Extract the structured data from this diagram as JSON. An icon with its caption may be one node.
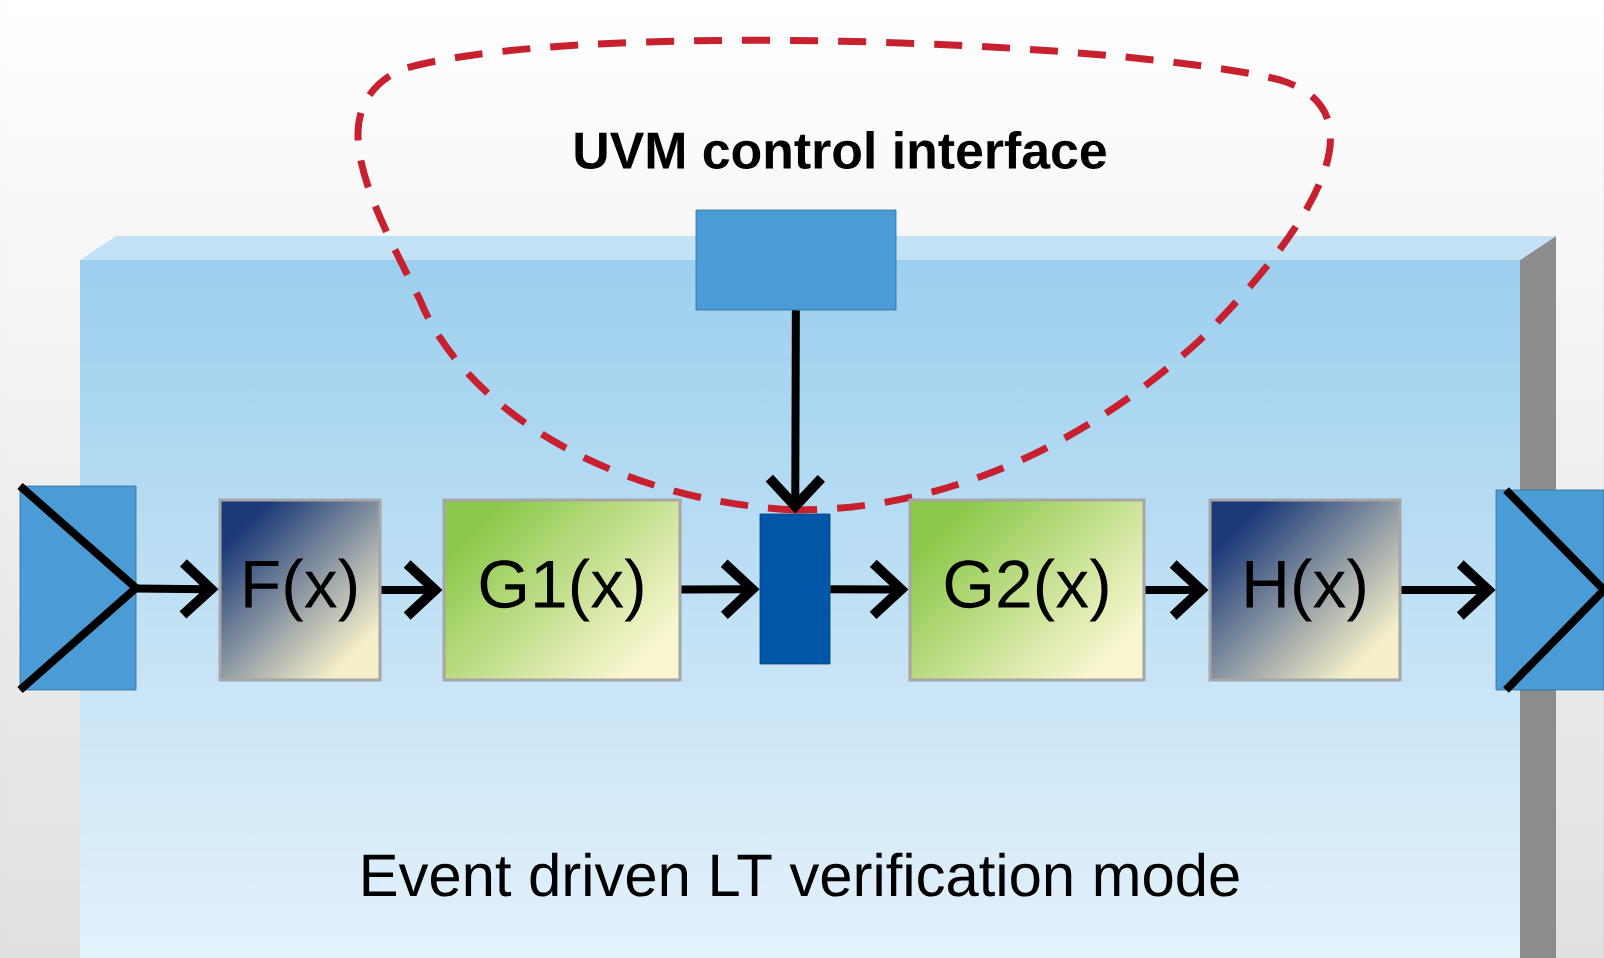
{
  "diagram": {
    "nodes": [
      {
        "text": [
          "UVM control interface"
        ]
      },
      {
        "text": [],
        "shape": "box",
        "in": 0
      },
      {
        "text": [
          "Event driven LT verification mode"
        ]
      },
      {
        "text": [],
        "shape": "box"
      },
      {
        "text": [
          "F(x)"
        ],
        "in": 2
      },
      {
        "text": [
          "G1(x)"
        ],
        "in": 2
      },
      {
        "text": [],
        "shape": "bar",
        "in": 2
      },
      {
        "text": [
          "G2(x)"
        ],
        "in": 2
      },
      {
        "text": [
          "H(x)"
        ],
        "in": 2
      },
      {
        "text": [],
        "shape": "box"
      }
    ],
    "edges": [
      {
        "from": 3,
        "to": 4,
        "arrow": "to"
      },
      {
        "from": 4,
        "to": 5,
        "arrow": "to"
      },
      {
        "from": 5,
        "to": 6,
        "arrow": "to"
      },
      {
        "from": 1,
        "to": 6,
        "arrow": "to"
      },
      {
        "from": 6,
        "to": 7,
        "arrow": "to"
      },
      {
        "from": 7,
        "to": 8,
        "arrow": "to"
      },
      {
        "from": 8,
        "to": 9,
        "arrow": "to"
      }
    ]
  }
}
